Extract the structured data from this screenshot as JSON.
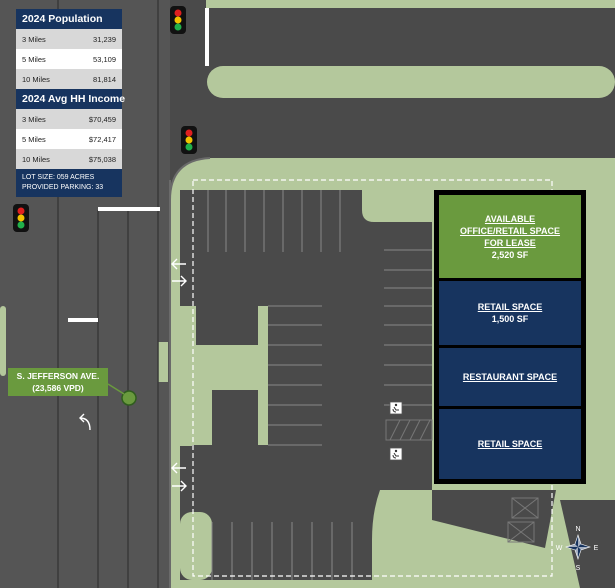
{
  "stats": {
    "population": {
      "title": "2024 Population",
      "rows": [
        {
          "label": "3 Miles",
          "value": "31,239"
        },
        {
          "label": "5 Miles",
          "value": "53,109"
        },
        {
          "label": "10 Miles",
          "value": "81,814"
        }
      ]
    },
    "income": {
      "title": "2024 Avg HH Income",
      "rows": [
        {
          "label": "3 Miles",
          "value": "$70,459"
        },
        {
          "label": "5 Miles",
          "value": "$72,417"
        },
        {
          "label": "10 Miles",
          "value": "$75,038"
        }
      ]
    },
    "lot_size": "LOT SIZE: 059 ACRES",
    "parking": "PROVIDED PARKING: 33"
  },
  "units": [
    {
      "title": "AVAILABLE OFFICE/RETAIL SPACE FOR LEASE",
      "size": "2,520 SF",
      "color": "#6a9a3e"
    },
    {
      "title": "RETAIL SPACE",
      "size": "1,500 SF",
      "color": "#17345f"
    },
    {
      "title": "RESTAURANT SPACE",
      "size": "",
      "color": "#17345f"
    },
    {
      "title": "RETAIL SPACE",
      "size": "",
      "color": "#17345f"
    }
  ],
  "road": {
    "name": "S. JEFFERSON AVE.",
    "traffic": "(23,586 VPD)"
  },
  "compass": {
    "n": "N",
    "s": "S",
    "e": "E",
    "w": "W"
  },
  "colors": {
    "navy": "#17345f",
    "green": "#6a9a3e",
    "landscape": "#b4c89c",
    "asphalt": "#4a4a4a"
  },
  "icons": [
    "traffic-light-icon",
    "accessible-parking-icon",
    "direction-arrow-icon",
    "compass-rose-icon",
    "location-marker-icon"
  ]
}
